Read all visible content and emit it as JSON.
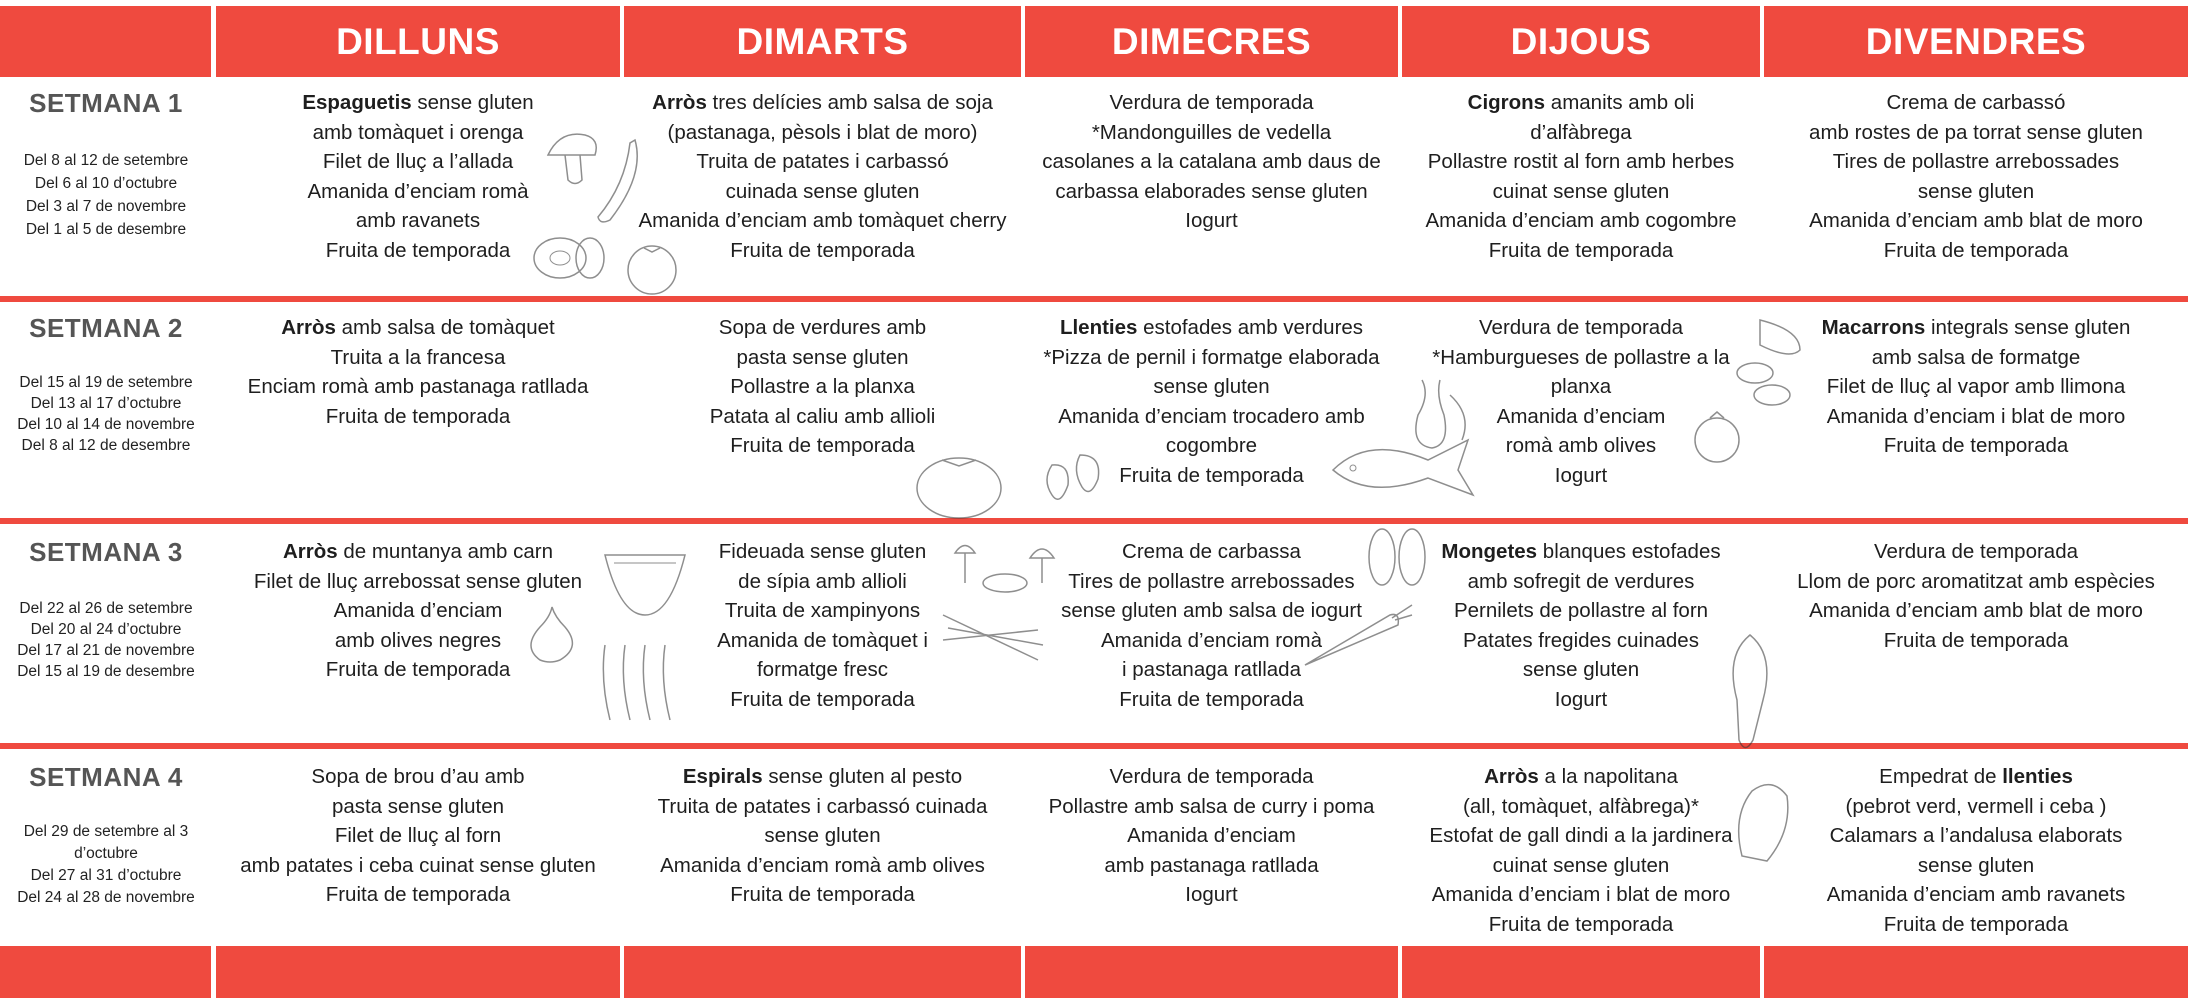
{
  "days": [
    "DILLUNS",
    "DIMARTS",
    "DIMECRES",
    "DIJOUS",
    "DIVENDRES"
  ],
  "weeks": [
    {
      "title": "SETMANA 1",
      "dates": [
        "Del 8 al 12 de setembre",
        "Del 6 al 10 d’octubre",
        "Del 3 al 7 de novembre",
        "Del 1 al 5 de desembre"
      ],
      "menus": [
        [
          {
            "b": "Espaguetis",
            "t": " sense gluten"
          },
          {
            "t": "amb tomàquet i orenga"
          },
          {
            "t": "Filet de lluç a l’allada"
          },
          {
            "t": "Amanida d’enciam romà"
          },
          {
            "t": "amb ravanets"
          },
          {
            "t": "Fruita de temporada"
          }
        ],
        [
          {
            "b": "Arròs",
            "t": " tres delícies amb salsa de soja"
          },
          {
            "t": "(pastanaga, pèsols i blat de moro)"
          },
          {
            "t": "Truita de patates i carbassó"
          },
          {
            "t": "cuinada sense gluten"
          },
          {
            "t": "Amanida d’enciam amb tomàquet cherry"
          },
          {
            "t": "Fruita de temporada"
          }
        ],
        [
          {
            "t": "Verdura de temporada"
          },
          {
            "t": "*Mandonguilles de vedella"
          },
          {
            "t": "casolanes a la catalana amb daus de"
          },
          {
            "t": "carbassa elaborades sense gluten"
          },
          {
            "t": "Iogurt"
          }
        ],
        [
          {
            "b": "Cigrons",
            "t": " amanits amb oli"
          },
          {
            "t": "d’alfàbrega"
          },
          {
            "t": "Pollastre rostit al forn amb herbes"
          },
          {
            "t": "cuinat sense gluten"
          },
          {
            "t": "Amanida d’enciam amb cogombre"
          },
          {
            "t": "Fruita de temporada"
          }
        ],
        [
          {
            "t": "Crema de carbassó"
          },
          {
            "t": "amb rostes de pa torrat sense gluten"
          },
          {
            "t": "Tires de pollastre arrebossades"
          },
          {
            "t": "sense gluten"
          },
          {
            "t": "Amanida d’enciam amb blat de moro"
          },
          {
            "t": "Fruita de temporada"
          }
        ]
      ]
    },
    {
      "title": "SETMANA  2",
      "dates": [
        "Del 15 al 19 de setembre",
        "Del 13 al 17 d’octubre",
        "Del 10 al 14 de novembre",
        "Del 8 al 12 de desembre"
      ],
      "menus": [
        [
          {
            "b": "Arròs",
            "t": " amb salsa de tomàquet"
          },
          {
            "t": "Truita a la francesa"
          },
          {
            "t": "Enciam romà amb pastanaga ratllada"
          },
          {
            "t": "Fruita de temporada"
          }
        ],
        [
          {
            "t": "Sopa de verdures amb"
          },
          {
            "t": "pasta sense gluten"
          },
          {
            "t": "Pollastre a la planxa"
          },
          {
            "t": "Patata al caliu amb allioli"
          },
          {
            "t": "Fruita de temporada"
          }
        ],
        [
          {
            "b": "Llenties",
            "t": " estofades amb verdures"
          },
          {
            "t": "*Pizza de pernil i formatge elaborada"
          },
          {
            "t": "sense gluten"
          },
          {
            "t": "Amanida d’enciam trocadero amb"
          },
          {
            "t": "cogombre"
          },
          {
            "t": "Fruita de temporada"
          }
        ],
        [
          {
            "t": "Verdura de temporada"
          },
          {
            "t": "*Hamburgueses de pollastre a la"
          },
          {
            "t": "planxa"
          },
          {
            "t": "Amanida d’enciam"
          },
          {
            "t": "romà amb olives"
          },
          {
            "t": "Iogurt"
          }
        ],
        [
          {
            "b": "Macarrons",
            "t": " integrals sense gluten"
          },
          {
            "t": "amb salsa de formatge"
          },
          {
            "t": "Filet de lluç al vapor amb llimona"
          },
          {
            "t": "Amanida d’enciam i blat de moro"
          },
          {
            "t": "Fruita de temporada"
          }
        ]
      ]
    },
    {
      "title": "SETMANA 3",
      "dates": [
        "Del 22 al 26 de setembre",
        "Del 20 al 24 d’octubre",
        "Del 17 al 21 de novembre",
        "Del 15 al 19 de desembre"
      ],
      "menus": [
        [
          {
            "b": "Arròs",
            "t": " de muntanya amb carn"
          },
          {
            "t": "Filet de lluç arrebossat sense gluten"
          },
          {
            "t": "Amanida d’enciam"
          },
          {
            "t": "amb olives negres"
          },
          {
            "t": "Fruita de temporada"
          }
        ],
        [
          {
            "t": "Fideuada sense gluten"
          },
          {
            "t": "de sípia amb allioli"
          },
          {
            "t": "Truita de xampinyons"
          },
          {
            "t": "Amanida de tomàquet i"
          },
          {
            "t": "formatge fresc"
          },
          {
            "t": "Fruita de temporada"
          }
        ],
        [
          {
            "t": "Crema de carbassa"
          },
          {
            "t": "Tires de pollastre arrebossades"
          },
          {
            "t": "sense gluten amb salsa de iogurt"
          },
          {
            "t": "Amanida d’enciam romà"
          },
          {
            "t": "i pastanaga ratllada"
          },
          {
            "t": "Fruita de temporada"
          }
        ],
        [
          {
            "b": "Mongetes",
            "t": " blanques estofades"
          },
          {
            "t": "amb sofregit de verdures"
          },
          {
            "t": "Pernilets de pollastre al forn"
          },
          {
            "t": "Patates fregides cuinades"
          },
          {
            "t": "sense gluten"
          },
          {
            "t": "Iogurt"
          }
        ],
        [
          {
            "t": "Verdura de temporada"
          },
          {
            "t": "Llom de porc aromatitzat amb espècies"
          },
          {
            "t": "Amanida d’enciam amb blat de moro"
          },
          {
            "t": "Fruita de temporada"
          }
        ]
      ]
    },
    {
      "title": "SETMANA 4",
      "dates": [
        "Del 29 de setembre al 3",
        "d’octubre",
        "Del 27 al 31 d’octubre",
        "Del 24 al 28 de novembre"
      ],
      "menus": [
        [
          {
            "t": "Sopa de brou d’au amb"
          },
          {
            "t": "pasta sense gluten"
          },
          {
            "t": "Filet de lluç al forn"
          },
          {
            "t": "amb patates i ceba cuinat sense gluten"
          },
          {
            "t": "Fruita de temporada"
          }
        ],
        [
          {
            "b": "Espirals",
            "t": " sense gluten al pesto"
          },
          {
            "t": "Truita de patates i carbassó cuinada"
          },
          {
            "t": "sense gluten"
          },
          {
            "t": "Amanida d’enciam romà amb olives"
          },
          {
            "t": "Fruita de temporada"
          }
        ],
        [
          {
            "t": "Verdura de temporada"
          },
          {
            "t": "Pollastre amb salsa de curry i poma"
          },
          {
            "t": "Amanida d’enciam"
          },
          {
            "t": "amb pastanaga ratllada"
          },
          {
            "t": "Iogurt"
          }
        ],
        [
          {
            "b": "Arròs",
            "t": " a la napolitana"
          },
          {
            "t": "(all, tomàquet, alfàbrega)*"
          },
          {
            "t": "Estofat de gall dindi a la jardinera"
          },
          {
            "t": "cuinat sense gluten"
          },
          {
            "t": "Amanida d’enciam i blat de moro"
          },
          {
            "t": "Fruita de temporada"
          }
        ],
        [
          {
            "t": "Empedrat de ",
            "b2": "llenties"
          },
          {
            "t": "(pebrot verd, vermell i ceba )"
          },
          {
            "t": "Calamars a l’andalusa elaborats"
          },
          {
            "t": "sense gluten"
          },
          {
            "t": "Amanida d’enciam amb ravanets"
          },
          {
            "t": "Fruita de temporada"
          }
        ]
      ]
    }
  ],
  "colors": {
    "accent": "#ef4a3f",
    "text": "#1e1e1e",
    "week_label": "#555555"
  },
  "decor_icons": [
    "mushroom-icon",
    "banana-icon",
    "kiwi-icon",
    "tomato-icon",
    "pear-icon",
    "cucumber-icon",
    "pomegranate-icon",
    "fish-icon",
    "strawberry-icon",
    "watermelon-icon",
    "garlic-icon",
    "green-bean-icon",
    "asparagus-icon",
    "carrot-icon",
    "chard-icon"
  ]
}
